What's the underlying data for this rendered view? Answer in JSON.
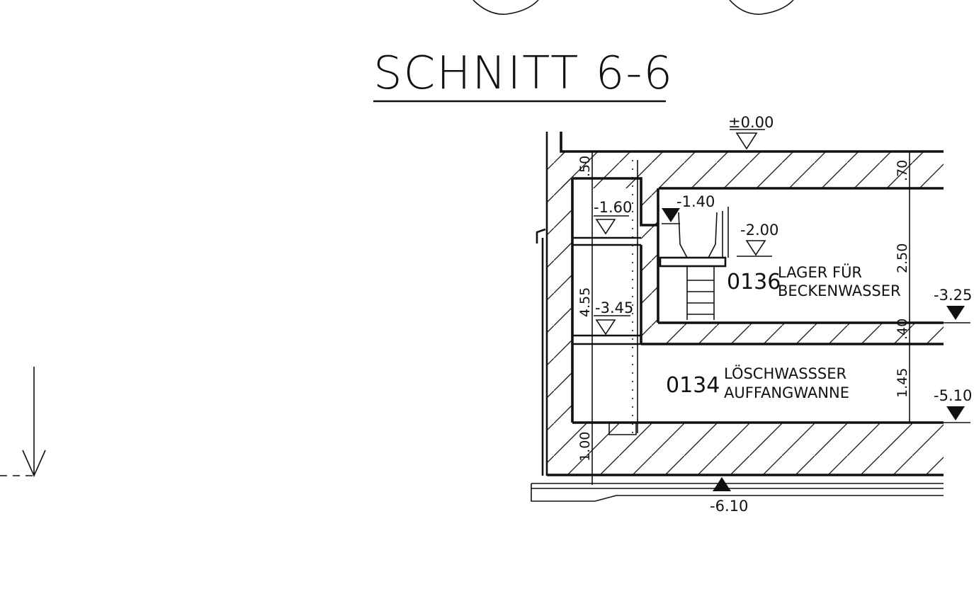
{
  "title": "SCHNITT 6-6",
  "levels": {
    "top": "±0.00",
    "l1": "-1.60",
    "l2": "-1.40",
    "l3": "-2.00",
    "l4": "-3.45",
    "l5": "-3.25",
    "l6": "-5.10",
    "l7": "-6.10"
  },
  "rooms": [
    {
      "number": "0136",
      "line1": "LAGER FÜR",
      "line2": "BECKENWASSER"
    },
    {
      "number": "0134",
      "line1": "LÖSCHWASSSER",
      "line2": "AUFFANGWANNE"
    }
  ],
  "dimensions": {
    "left": [
      ".50",
      "4.55",
      "1.00"
    ],
    "right": [
      ".70",
      "2.50",
      ".40",
      "1.45"
    ]
  }
}
